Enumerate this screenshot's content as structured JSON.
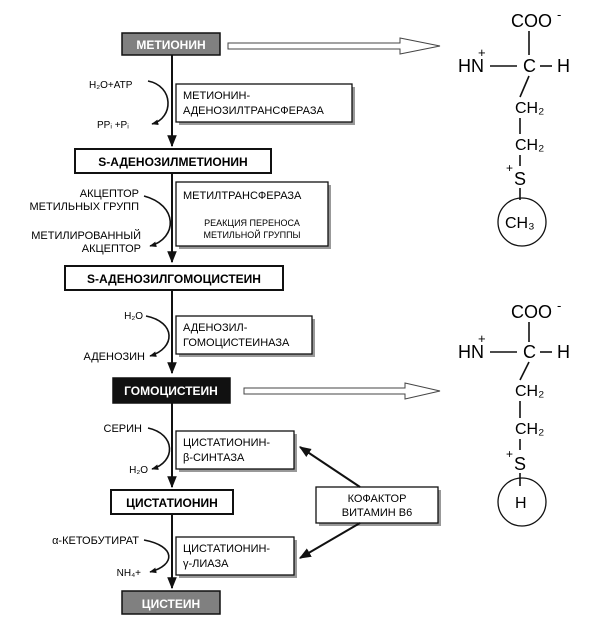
{
  "metabolites": {
    "methionine": "МЕТИОНИН",
    "sam": "S-АДЕНОЗИЛМЕТИОНИН",
    "sah": "S-АДЕНОЗИЛГОМОЦИСТЕИН",
    "homocysteine": "ГОМОЦИСТЕИН",
    "cystathionine": "ЦИСТАТИОНИН",
    "cysteine": "ЦИСТЕИН"
  },
  "enzymes": {
    "mat_line1": "МЕТИОНИН-",
    "mat_line2": "АДЕНОЗИЛТРАНСФЕРАЗА",
    "mt_title": "МЕТИЛТРАНСФЕРАЗА",
    "mt_sub1": "РЕАКЦИЯ ПЕРЕНОСА",
    "mt_sub2": "МЕТИЛЬНОЙ ГРУППЫ",
    "ahcy_line1": "АДЕНОЗИЛ-",
    "ahcy_line2": "ГОМОЦИСТЕИНАЗА",
    "cbs_line1": "ЦИСТАТИОНИН-",
    "cbs_line2": "β-СИНТАЗА",
    "cgl_line1": "ЦИСТАТИОНИН-",
    "cgl_line2": "γ-ЛИАЗА"
  },
  "cofactor": {
    "line1": "КОФАКТОР",
    "line2": "ВИТАМИН В6"
  },
  "side": {
    "h2o_atp": "H₂O+ATP",
    "ppi_pi": "PPᵢ +Pᵢ",
    "acceptor1": "АКЦЕПТОР",
    "acceptor2": "МЕТИЛЬНЫХ ГРУПП",
    "methylated1": "МЕТИЛИРОВАННЫЙ",
    "methylated2": "АКЦЕПТОР",
    "h2o_a": "H₂O",
    "adenosine": "АДЕНОЗИН",
    "serine": "СЕРИН",
    "h2o_b": "H₂O",
    "ketobutyrate": "α-КЕТОБУТИРАТ",
    "nh4": "NH₄+"
  },
  "structure_top": {
    "coo": "COO",
    "minus": "-",
    "plus": "+",
    "hn": "HN",
    "c": "C",
    "h": "H",
    "ch2": "CH₂",
    "s": "S",
    "ch3": "CH₃"
  },
  "structure_bottom": {
    "coo": "COO",
    "minus": "-",
    "plus": "+",
    "hn": "HN",
    "c": "C",
    "h": "H",
    "ch2": "CH₂",
    "s": "S",
    "h_sub": "H"
  }
}
